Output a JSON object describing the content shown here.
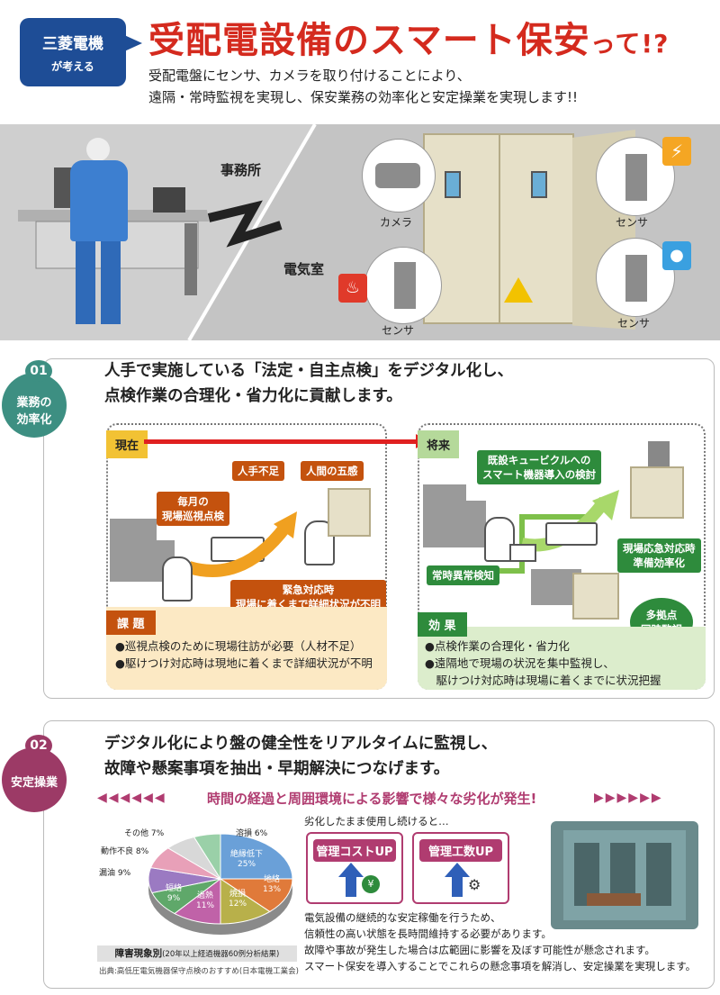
{
  "header": {
    "badge_line1": "三菱電機",
    "badge_line2": "が考える",
    "title_main": "受配電設備のスマート保安",
    "title_tail": "って!?",
    "sub1": "受配電盤にセンサ、カメラを取り付けることにより、",
    "sub2": "遠隔・常時監視を実現し、保安業務の効率化と安定操業を実現します!!"
  },
  "hero": {
    "office": "事務所",
    "electric_room": "電気室",
    "camera": "カメラ",
    "sensor_top": "センサ",
    "sensor_left": "センサ",
    "sensor_right": "センサ"
  },
  "section1": {
    "num": "01",
    "label1": "業務の",
    "label2": "効率化",
    "head1": "人手で実施している「法定・自主点検」をデジタル化し、",
    "head2": "点検作業の合理化・省力化に貢献します。",
    "current": "現在",
    "future": "将来",
    "c_shortage": "人手不足",
    "c_senses": "人間の五感",
    "c_patrol1": "毎月の",
    "c_patrol2": "現場巡視点検",
    "c_emerg1": "緊急対応時",
    "c_emerg2": "現場に着くまで詳細状況が不明",
    "f_review1": "既設キュービクルへの",
    "f_review2": "スマート機器導入の検討",
    "f_emerg1": "現場応急対応時",
    "f_emerg2": "準備効率化",
    "f_detect": "常時異常検知",
    "f_multi1": "多拠点",
    "f_multi2": "同時監視",
    "issue_title": "課 題",
    "issue1": "●巡視点検のために現場往訪が必要（人材不足）",
    "issue2": "●駆けつけ対応時は現地に着くまで詳細状況が不明",
    "effect_title": "効 果",
    "effect1": "●点検作業の合理化・省力化",
    "effect2": "●遠隔地で現場の状況を集中監視し、",
    "effect3": "　駆けつけ対応時は現場に着くまでに状況把握"
  },
  "section2": {
    "num": "02",
    "label": "安定操業",
    "head1": "デジタル化により盤の健全性をリアルタイムに監視し、",
    "head2": "故障や懸案事項を抽出・早期解決につなげます。",
    "trend": "時間の経過と周囲環境による影響で様々な劣化が発生!",
    "trend_left": "◀◀◀◀◀◀",
    "trend_right": "▶▶▶▶▶▶",
    "cont": "劣化したまま使用し続けると…",
    "cost_up": "管理コストUP",
    "work_up": "管理工数UP",
    "pie_caption": "障害現象別",
    "pie_caption_sub": "(20年以上経過機器60例分析結果)",
    "source": "出典:高低圧電気機器保守点検のおすすめ(日本電機工業会)",
    "desc1": "電気設備の継続的な安定稼働を行うため、",
    "desc2": "信頼性の高い状態を長時間維持する必要があります。",
    "desc3": "故障や事故が発生した場合は広範囲に影響を及ぼす可能性が懸念されます。",
    "desc4": "スマート保安を導入することでこれらの懸念事項を解消し、安定操業を実現します。"
  },
  "chart_data": {
    "type": "pie",
    "categories": [
      "絶縁低下",
      "地絡",
      "焼損",
      "過熱",
      "短絡",
      "漏油",
      "動作不良",
      "その他",
      "溶損"
    ],
    "values": [
      25,
      13,
      12,
      11,
      9,
      9,
      8,
      7,
      6
    ],
    "labels": {
      "c0_name": "絶縁低下",
      "c0_val": "25%",
      "c1_name": "地絡",
      "c1_val": "13%",
      "c2_name": "焼損",
      "c2_val": "12%",
      "c3_name": "過熱",
      "c3_val": "11%",
      "c4_name": "短絡",
      "c4_val": "9%",
      "c5": "漏油 9%",
      "c6": "動作不良 8%",
      "c7": "その他 7%",
      "c8": "溶損 6%"
    },
    "colors": [
      "#6aa0d8",
      "#e07a3a",
      "#b8b04a",
      "#c062a8",
      "#5fa86a",
      "#9b7ac2",
      "#e8a0b8",
      "#d8d8d8",
      "#9ad0a8"
    ]
  }
}
